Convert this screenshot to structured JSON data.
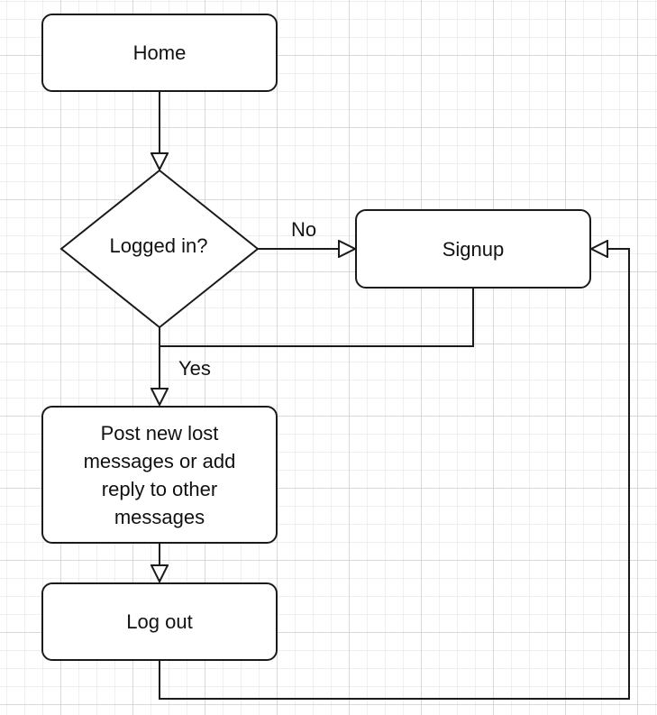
{
  "nodes": {
    "home": "Home",
    "logged_in": "Logged in?",
    "signup": "Signup",
    "post_messages": "Post new lost messages or add reply to other messages",
    "log_out": "Log out"
  },
  "edge_labels": {
    "no": "No",
    "yes": "Yes"
  },
  "colors": {
    "stroke": "#1a1a1a",
    "fill": "#ffffff",
    "grid": "#d9d9d9"
  }
}
